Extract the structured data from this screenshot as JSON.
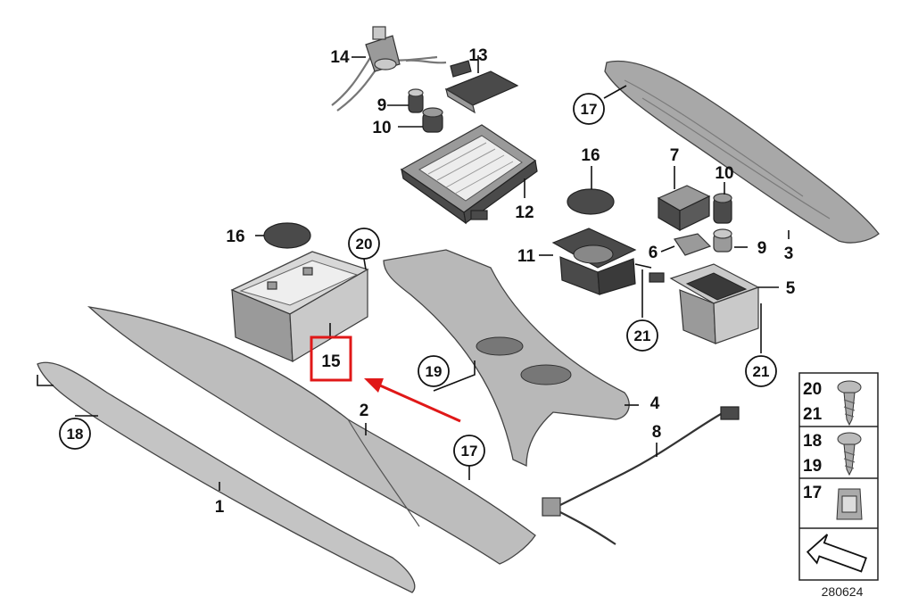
{
  "diagram_id": "280624",
  "highlight": {
    "label": "15",
    "color": "#e01818"
  },
  "arrow_color": "#e01818",
  "callouts": [
    {
      "id": "c1",
      "text": "1",
      "circled": false
    },
    {
      "id": "c2",
      "text": "2",
      "circled": false
    },
    {
      "id": "c3",
      "text": "3",
      "circled": false
    },
    {
      "id": "c4",
      "text": "4",
      "circled": false
    },
    {
      "id": "c5",
      "text": "5",
      "circled": false
    },
    {
      "id": "c6",
      "text": "6",
      "circled": false
    },
    {
      "id": "c7",
      "text": "7",
      "circled": false
    },
    {
      "id": "c8",
      "text": "8",
      "circled": false
    },
    {
      "id": "c9a",
      "text": "9",
      "circled": false
    },
    {
      "id": "c9b",
      "text": "9",
      "circled": false
    },
    {
      "id": "c10a",
      "text": "10",
      "circled": false
    },
    {
      "id": "c10b",
      "text": "10",
      "circled": false
    },
    {
      "id": "c11",
      "text": "11",
      "circled": false
    },
    {
      "id": "c12",
      "text": "12",
      "circled": false
    },
    {
      "id": "c13",
      "text": "13",
      "circled": false
    },
    {
      "id": "c14",
      "text": "14",
      "circled": false
    },
    {
      "id": "c16a",
      "text": "16",
      "circled": false
    },
    {
      "id": "c16b",
      "text": "16",
      "circled": false
    },
    {
      "id": "c17a",
      "text": "17",
      "circled": true
    },
    {
      "id": "c17b",
      "text": "17",
      "circled": true
    },
    {
      "id": "c18",
      "text": "18",
      "circled": true
    },
    {
      "id": "c19",
      "text": "19",
      "circled": true
    },
    {
      "id": "c20",
      "text": "20",
      "circled": true
    },
    {
      "id": "c21a",
      "text": "21",
      "circled": true
    },
    {
      "id": "c21b",
      "text": "21",
      "circled": true
    }
  ],
  "legend": {
    "rows": [
      {
        "labels": [
          "20",
          "21"
        ],
        "icon": "screw-icon"
      },
      {
        "labels": [
          "18",
          "19"
        ],
        "icon": "screw-icon"
      },
      {
        "labels": [
          "17"
        ],
        "icon": "clip-nut-icon"
      }
    ],
    "footer_icon": "arrow-direction-icon"
  }
}
